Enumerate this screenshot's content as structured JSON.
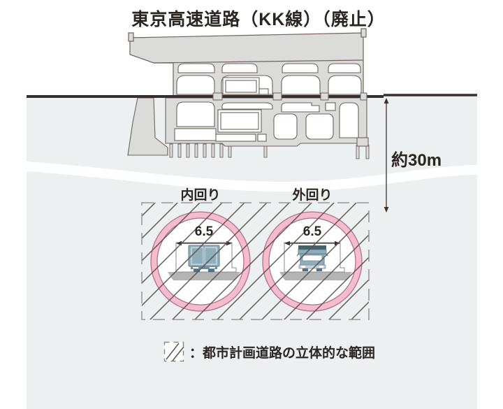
{
  "title": "東京高速道路（KK線）（廃止）",
  "ground": {
    "depth_label": "約30m"
  },
  "tunnels": {
    "inner": {
      "label": "内回り",
      "diameter_label": "6.5"
    },
    "outer": {
      "label": "外回り",
      "diameter_label": "6.5"
    }
  },
  "legend": {
    "text": "：都市計画道路の立体的な範囲"
  },
  "icons": {
    "hatch_legend_icon": "dashed square with diagonal hatch lines",
    "depth_arrow": "double-headed vertical dimension arrow",
    "truck_rear_icon": "truck seen from rear inside inner tunnel",
    "truck_front_icon": "truck seen from front inside outer tunnel"
  },
  "colors": {
    "underground_bg": "#ecf0f0",
    "structure_fill": "#dbdbd9",
    "structure_stroke": "#6d635e",
    "ground_line": "#362f2b",
    "tunnel_ring_fill": "#f4bccd",
    "tunnel_ring_stroke": "#b06a85",
    "hatch_line": "#5b524e",
    "hatch_border": "#9a9692",
    "truck_body": "#8fadbb",
    "truck_dark": "#4c6675",
    "road_surface": "#b4b4b4",
    "text": "#2b2522"
  }
}
